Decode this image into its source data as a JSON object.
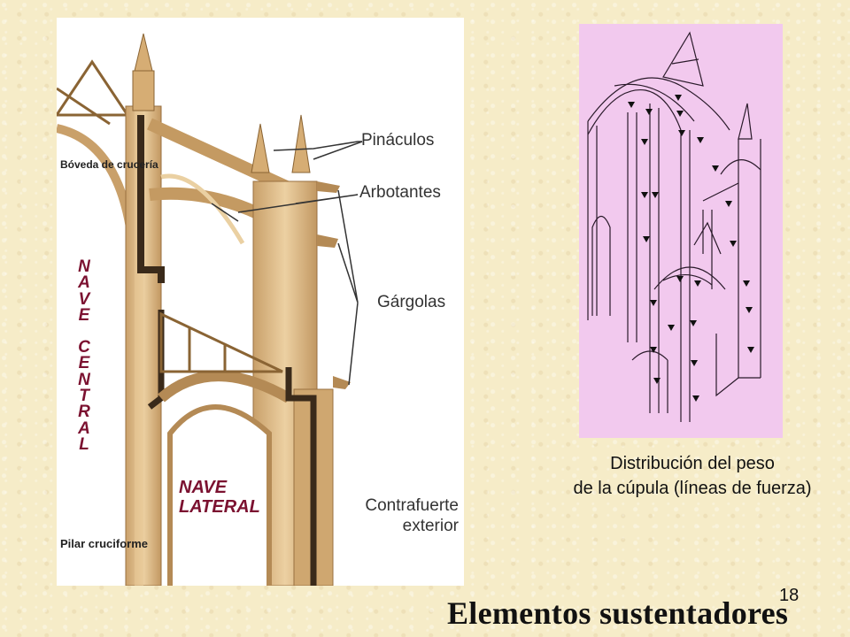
{
  "left_figure": {
    "labels": {
      "boveda": "Bóveda\nde\ncrucería",
      "pilar": "Pilar\ncruciforme",
      "nave_central": [
        "N",
        "A",
        "V",
        "E",
        "",
        "C",
        "E",
        "N",
        "T",
        "R",
        "A",
        "L"
      ],
      "nave_lateral": "NAVE\nLATERAL",
      "pinaculos": "Pináculos",
      "arbotantes": "Arbotantes",
      "gargolas": "Gárgolas",
      "contrafuerte": "Contrafuerte\nexterior"
    }
  },
  "right_figure": {
    "caption": "Distribución  del peso\nde la cúpula (líneas de fuerza)"
  },
  "slide": {
    "page_number": "18",
    "title": "Elementos sustentadores"
  },
  "colors": {
    "background": "#f6ecc8",
    "stone": "#dcb98a",
    "stone_dark": "#b48a55",
    "nave_text": "#7b1130",
    "diagram_bg": "#f2c9ee"
  }
}
